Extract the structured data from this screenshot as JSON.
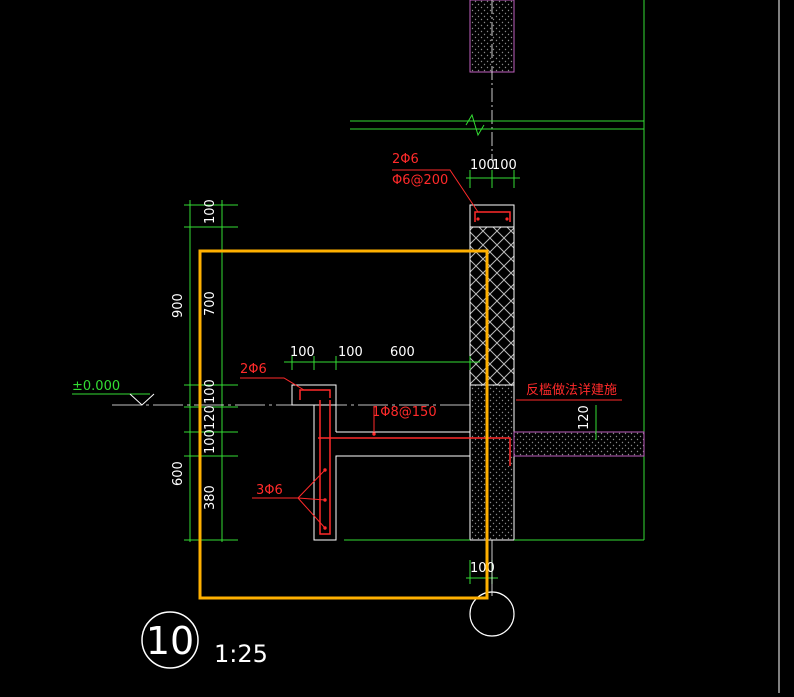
{
  "drawing": {
    "detail_number": "10",
    "scale": "1:25",
    "level_label": "±0.000",
    "colors": {
      "background": "#000000",
      "dimension": "#ffffff",
      "annotation": "#ff2a2a",
      "outline_green": "#33dd33",
      "selection": "#ffb000",
      "wall_edge": "#c060c0"
    }
  },
  "dims": {
    "top_100": "100",
    "top_100b": "100",
    "left_900": "900",
    "left_600": "600",
    "v100": "100",
    "v700": "700",
    "v100b": "100",
    "v120": "120",
    "v100c": "100",
    "v380": "380",
    "h100a": "100",
    "h100b": "100",
    "h600": "600",
    "right_120": "120",
    "bottom_100": "100"
  },
  "annotations": {
    "top_rebar": "2Φ6",
    "top_stirrup": "Φ6@200",
    "left_rebar": "2Φ6",
    "slab_rebar": "1Φ8@150",
    "bottom_rebar": "3Φ6",
    "note": "反槛做法详建施"
  }
}
